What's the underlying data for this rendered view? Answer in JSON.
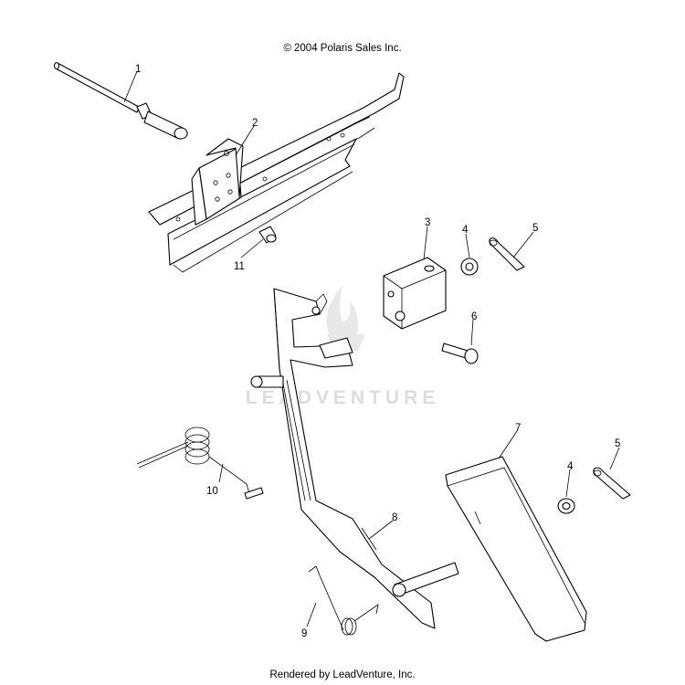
{
  "header": {
    "copyright": "© 2004 Polaris Sales Inc."
  },
  "footer": {
    "rendered_by": "Rendered by LeadVenture, Inc."
  },
  "watermark": {
    "text": "LEADVENTURE"
  },
  "callouts": [
    "1",
    "2",
    "3",
    "4",
    "5",
    "6",
    "7",
    "8",
    "9",
    "10",
    "11",
    "4",
    "5"
  ],
  "colors": {
    "line": "#000000",
    "background": "#ffffff",
    "watermark": "#dcdcdc"
  }
}
